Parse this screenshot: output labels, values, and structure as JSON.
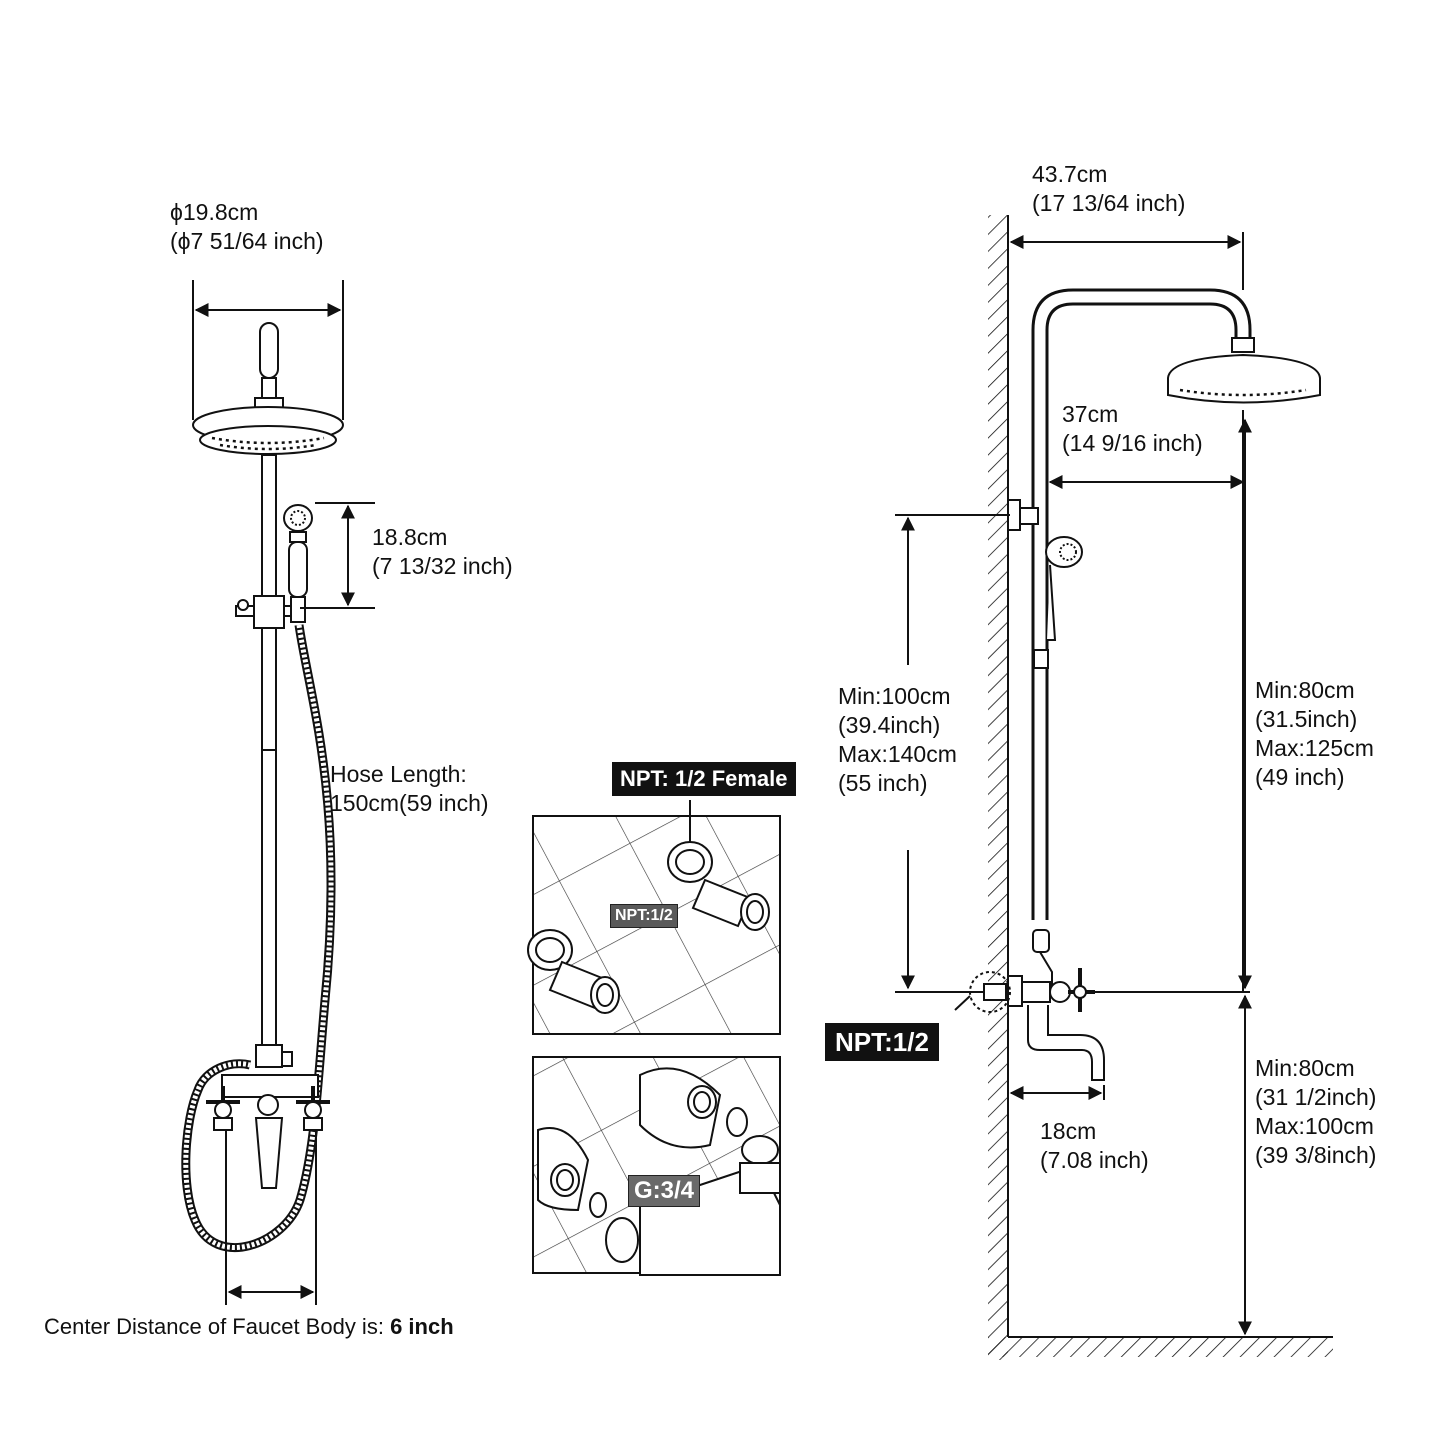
{
  "left_view": {
    "head_diameter": [
      "ϕ19.8cm",
      "(ϕ7 51/64 inch)"
    ],
    "handheld_height": [
      "18.8cm",
      "(7 13/32 inch)"
    ],
    "hose_length": [
      "Hose Length:",
      "150cm(59 inch)"
    ],
    "center_distance": {
      "text": "Center Distance of Faucet Body is: ",
      "value": "6 inch"
    }
  },
  "inset": {
    "top_tag": "NPT: 1/2 Female",
    "top_inner_tag": "NPT:1/2",
    "bottom_inner_tag": "G:3/4"
  },
  "right_view": {
    "arm_length": [
      "43.7cm",
      "(17 13/64 inch)"
    ],
    "head_offset": [
      "37cm",
      "(14 9/16 inch)"
    ],
    "bar_range": [
      "Min:100cm",
      "(39.4inch)",
      "Max:140cm",
      "(55 inch)"
    ],
    "head_height_range": [
      "Min:80cm",
      "(31.5inch)",
      "Max:125cm",
      "(49 inch)"
    ],
    "inlet_tag": "NPT:1/2",
    "spout_reach": [
      "18cm",
      "(7.08 inch)"
    ],
    "valve_height_range": [
      "Min:80cm",
      "(31 1/2inch)",
      "Max:100cm",
      "(39 3/8inch)"
    ]
  }
}
